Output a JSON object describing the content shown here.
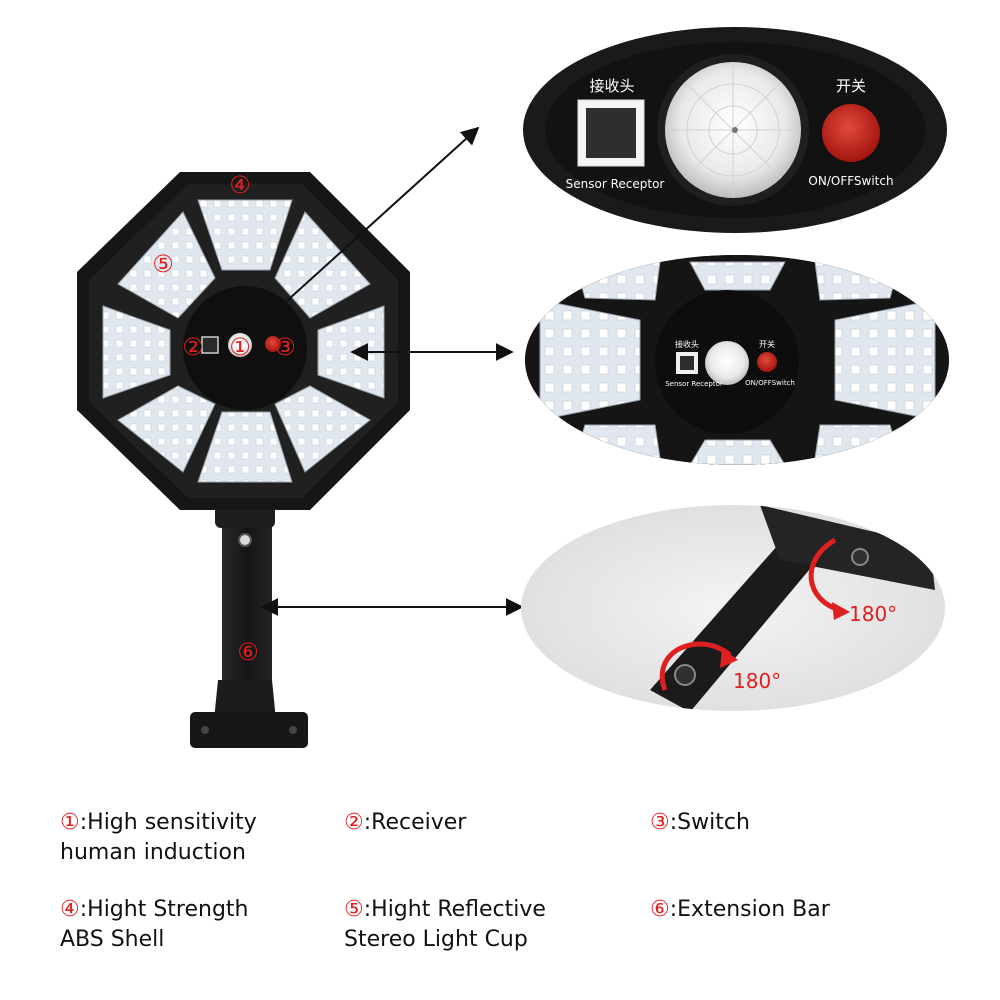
{
  "product_markers": {
    "m1": "①",
    "m2": "②",
    "m3": "③",
    "m4": "④",
    "m5": "⑤",
    "m6": "⑥"
  },
  "panel_labels": {
    "receiver_cn": "接收头",
    "sensor_receptor": "Sensor Receptor",
    "switch_cn": "开关",
    "switch_en": "ON/OFFSwitch"
  },
  "rotation": {
    "upper": "180°",
    "lower": "180°"
  },
  "legend": [
    {
      "num": "①",
      "text_line1": ":High sensitivity",
      "text_line2": "human induction"
    },
    {
      "num": "②",
      "text_line1": ":Receiver",
      "text_line2": ""
    },
    {
      "num": "③",
      "text_line1": ":Switch",
      "text_line2": ""
    },
    {
      "num": "④",
      "text_line1": ":Hight Strength",
      "text_line2": "ABS Shell"
    },
    {
      "num": "⑤",
      "text_line1": ":Hight Reflective",
      "text_line2": "Stereo Light Cup"
    },
    {
      "num": "⑥",
      "text_line1": ":Extension Bar",
      "text_line2": ""
    }
  ],
  "colors": {
    "accent_red": "#e02020",
    "shell_black": "#141414",
    "led_panel": "#dfe6ec"
  }
}
